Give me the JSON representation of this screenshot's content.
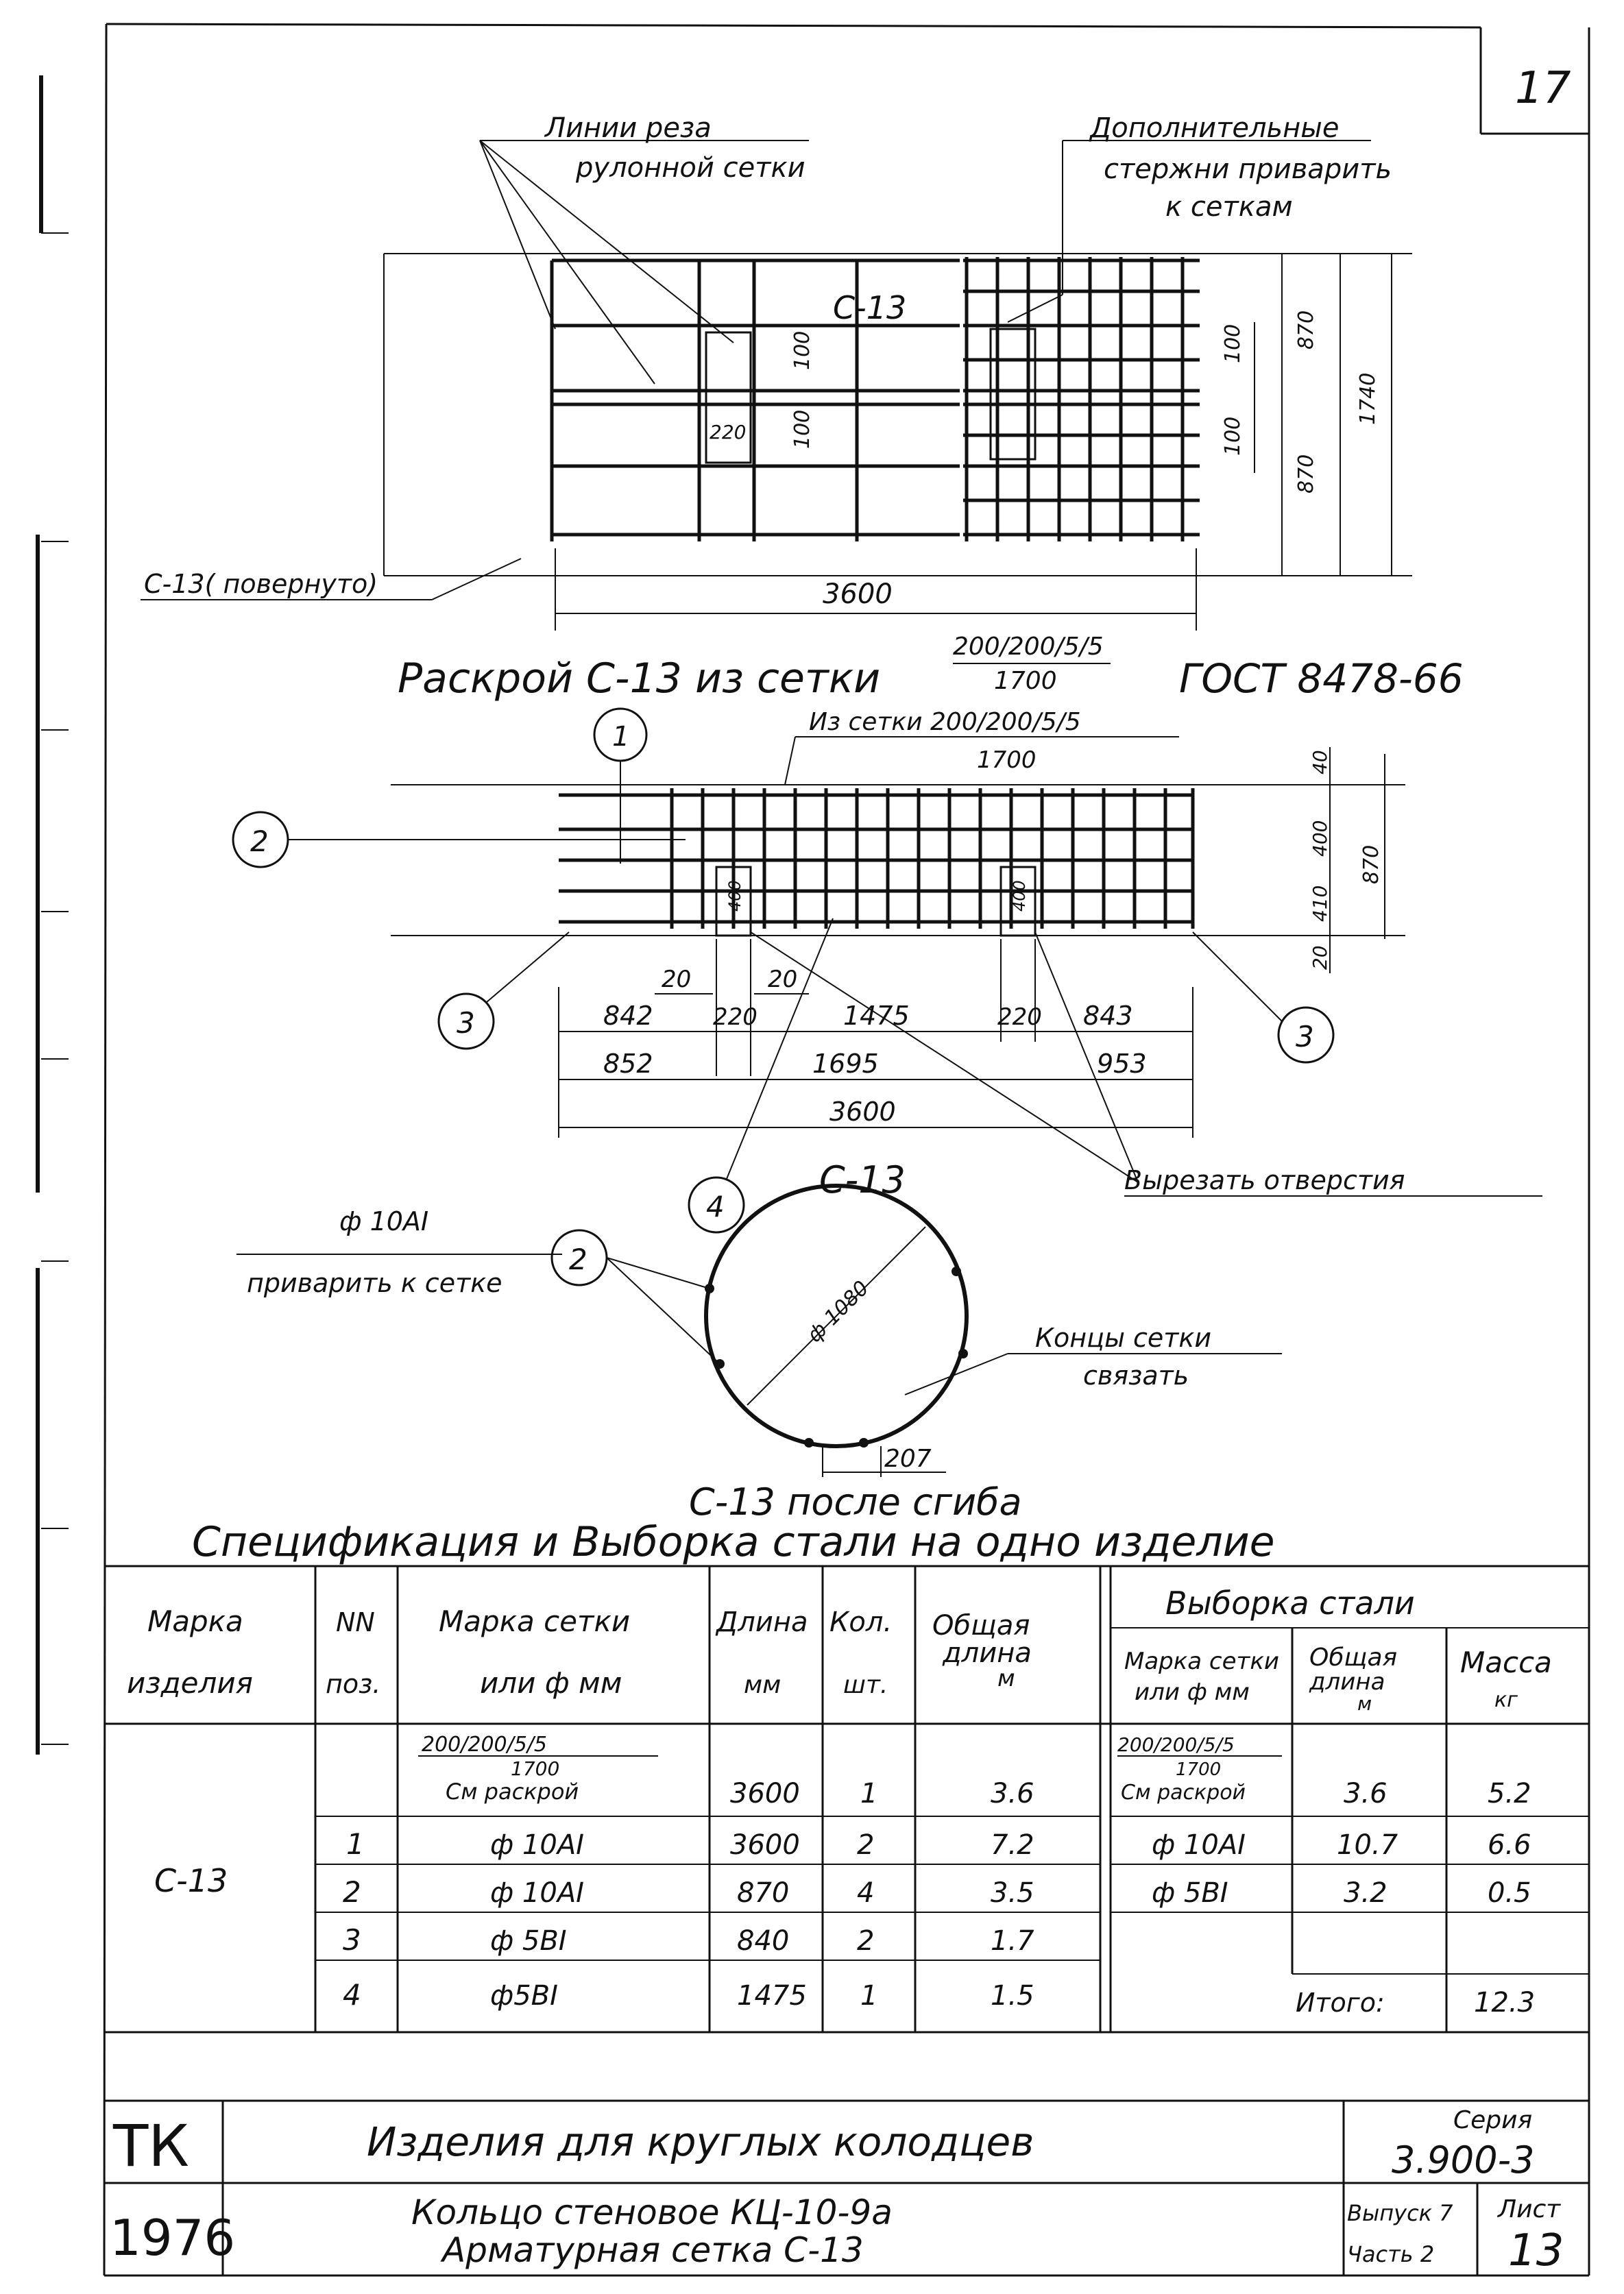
{
  "sheet": {
    "number": "17"
  },
  "top_drawing": {
    "cut_lines_label_1": "Линии реза",
    "cut_lines_label_2": "рулонной сетки",
    "extra_bars_1": "Дополнительные",
    "extra_bars_2": "стержни приварить",
    "extra_bars_3": "к сеткам",
    "mesh_mark": "С-13",
    "rotated_label": "С-13( повернуто)",
    "dim_100a": "100",
    "dim_100b": "100",
    "dim_220": "220",
    "dim_100c": "100",
    "dim_100d": "100",
    "dim_870a": "870",
    "dim_870b": "870",
    "dim_1740": "1740",
    "dim_3600": "3600",
    "caption_prefix": "Раскрой С-13 из сетки",
    "caption_frac_top": "200/200/5/5",
    "caption_frac_bottom": "1700",
    "caption_gost": "ГОСТ 8478-66"
  },
  "middle_drawing": {
    "pos_1": "1",
    "pos_2": "2",
    "pos_3a": "3",
    "pos_3b": "3",
    "pos_4": "4",
    "mesh_note": "Из сетки 200/200/5/5",
    "mesh_note_2": "1700",
    "dim_40": "40",
    "dim_400": "400",
    "dim_410": "410",
    "dim_20v": "20",
    "dim_870": "870",
    "dim_400h1": "400",
    "dim_400h2": "400",
    "dim_20a": "20",
    "dim_20b": "20",
    "dim_842": "842",
    "dim_220a": "220",
    "dim_1475": "1475",
    "dim_220b": "220",
    "dim_843": "843",
    "dim_852": "852",
    "dim_1695": "1695",
    "dim_953": "953",
    "dim_3600": "3600",
    "cut_holes": "Вырезать отверстия"
  },
  "ring_drawing": {
    "title": "С-13",
    "bar_label_1": "ф 10АI",
    "bar_label_2": "приварить к сетке",
    "pos_2": "2",
    "diameter": "ф 1080",
    "ends_1": "Концы сетки",
    "ends_2": "связать",
    "dim_207": "207",
    "caption": "С-13 после сгиба"
  },
  "spec": {
    "title": "Спецификация и Выборка стали на одно изделие",
    "headers": {
      "mark_1": "Марка",
      "mark_2": "изделия",
      "nn_1": "NN",
      "nn_2": "поз.",
      "mesh_1": "Марка сетки",
      "mesh_2": "или ф мм",
      "len_1": "Длина",
      "len_2": "мм",
      "qty_1": "Кол.",
      "qty_2": "шт.",
      "total_1": "Общая",
      "total_2": "длина",
      "total_3": "м",
      "sel_title": "Выборка стали",
      "sel_mesh_1": "Марка сетки",
      "sel_mesh_2": "или ф мм",
      "sel_len_1": "Общая",
      "sel_len_2": "длина",
      "sel_len_3": "м",
      "sel_mass_1": "Масса",
      "sel_mass_2": "кг"
    },
    "product_mark": "С-13",
    "rows": [
      {
        "pos": "",
        "mesh_top": "200/200/5/5",
        "mesh_mid": "1700",
        "mesh_bot": "См раскрой",
        "length": "3600",
        "qty": "1",
        "total": "3.6"
      },
      {
        "pos": "1",
        "mesh": "ф 10АI",
        "length": "3600",
        "qty": "2",
        "total": "7.2"
      },
      {
        "pos": "2",
        "mesh": "ф 10АI",
        "length": "870",
        "qty": "4",
        "total": "3.5"
      },
      {
        "pos": "3",
        "mesh": "ф 5ВI",
        "length": "840",
        "qty": "2",
        "total": "1.7"
      },
      {
        "pos": "4",
        "mesh": "ф5ВI",
        "length": "1475",
        "qty": "1",
        "total": "1.5"
      }
    ],
    "selection": [
      {
        "mesh_top": "200/200/5/5",
        "mesh_mid": "1700",
        "mesh_bot": "См раскрой",
        "total": "3.6",
        "mass": "5.2"
      },
      {
        "mesh": "ф 10АI",
        "total": "10.7",
        "mass": "6.6"
      },
      {
        "mesh": "ф 5ВI",
        "total": "3.2",
        "mass": "0.5"
      }
    ],
    "total_label": "Итого:",
    "total_mass": "12.3"
  },
  "title_block": {
    "org": "ТК",
    "year": "1976",
    "title": "Изделия для круглых колодцев",
    "subtitle_1": "Кольцо стеновое КЦ-10-9а",
    "subtitle_2": "Арматурная сетка С-13",
    "series_label": "Серия",
    "series": "3.900-3",
    "issue": "Выпуск 7",
    "part": "Часть 2",
    "sheet_label": "Лист",
    "sheet": "13"
  }
}
